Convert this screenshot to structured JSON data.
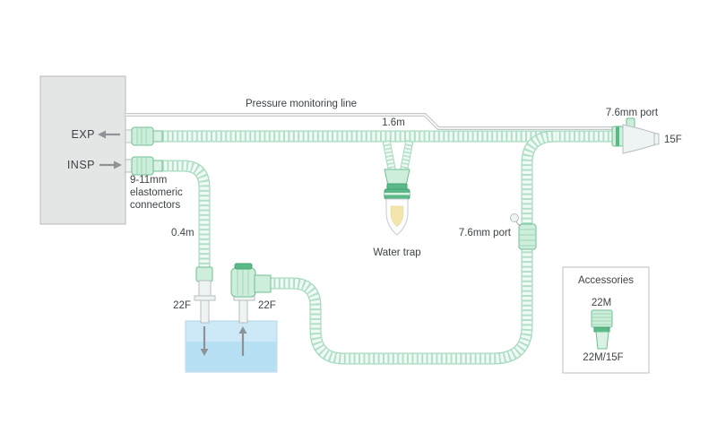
{
  "ventilator": {
    "exp_label": "EXP",
    "insp_label": "INSP",
    "connector_note": [
      "9-11mm",
      "elastomeric",
      "connectors"
    ]
  },
  "circuit": {
    "pressure_line_label": "Pressure monitoring line",
    "exp_limb_length": "1.6m",
    "insp_limb_length": "0.4m",
    "water_trap_label": "Water trap",
    "top_port_label": "7.6mm port",
    "mid_port_label": "7.6mm port",
    "patient_connector_label": "15F",
    "humidifier_inlet_label": "22F",
    "humidifier_outlet_label": "22F"
  },
  "accessories": {
    "title": "Accessories",
    "adapter_top_label": "22M",
    "adapter_bottom_label": "22M/15F"
  },
  "colors": {
    "tube_green_fill": "#f0faf5",
    "tube_green_rib": "#b2dfc8",
    "tube_green_edge": "#a4d9bd",
    "connector_green": "#5bb988",
    "connector_green_light": "#cdeeda",
    "chamber_blue": "#cde9f7",
    "pressure_line_gray": "#c3c7ca",
    "text_color": "#3d4347",
    "arrow_gray": "#8d9296"
  }
}
